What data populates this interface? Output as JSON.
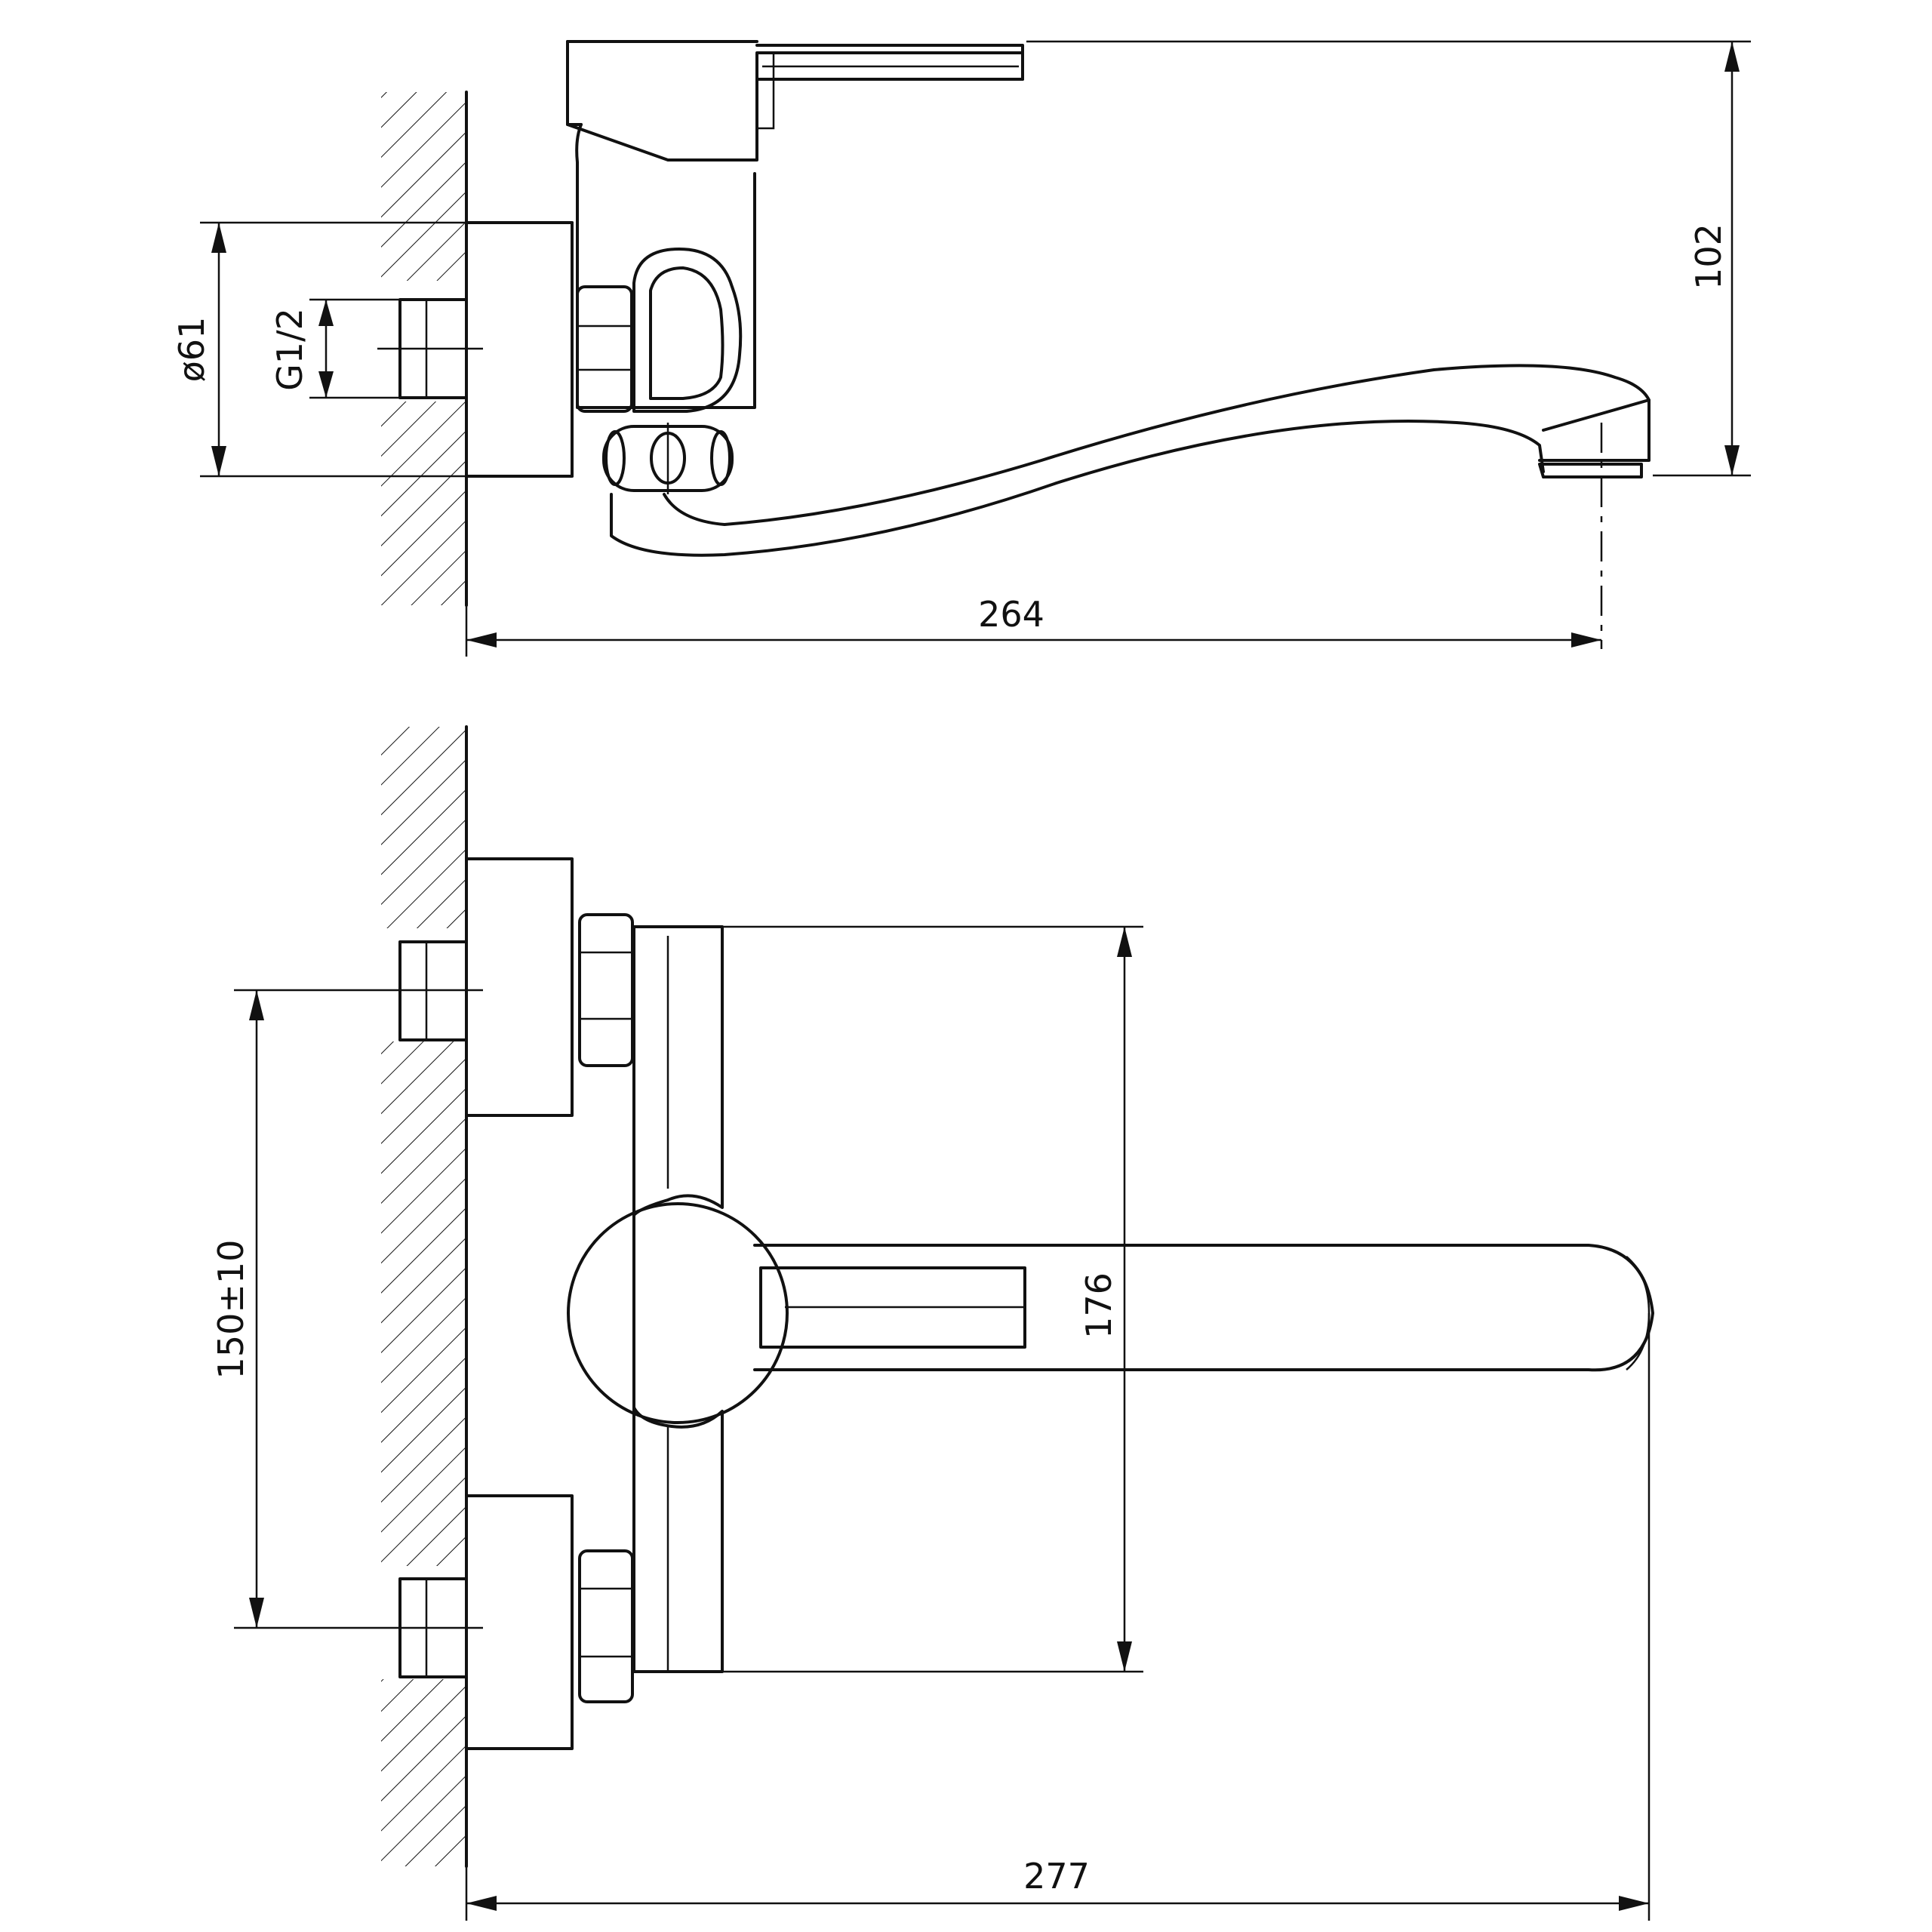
{
  "dimensions": {
    "overall_height": "102",
    "projection_side": "264",
    "flange_diameter": "ø61",
    "thread_size": "G1/2",
    "center_distance": "150±10",
    "body_height": "176",
    "projection_top": "277"
  },
  "colors": {
    "line": "#111111",
    "background": "#ffffff"
  }
}
